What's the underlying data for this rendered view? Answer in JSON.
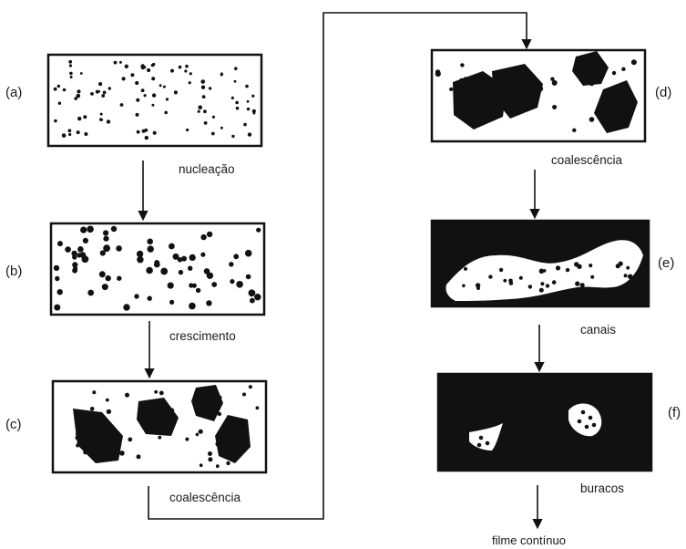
{
  "diagram": {
    "panels": [
      {
        "id": "a",
        "letter": "(a)",
        "texture": "fine-dots"
      },
      {
        "id": "b",
        "letter": "(b)",
        "texture": "larger-dots"
      },
      {
        "id": "c",
        "letter": "(c)",
        "texture": "dots-and-islands"
      },
      {
        "id": "d",
        "letter": "(d)",
        "texture": "large-islands"
      },
      {
        "id": "e",
        "letter": "(e)",
        "texture": "channels"
      },
      {
        "id": "f",
        "letter": "(f)",
        "texture": "holes"
      }
    ],
    "stage_labels": {
      "a_to_b": "nucleação",
      "b_to_c": "crescimento",
      "c_to_d": "coalescência",
      "d_to_e": "coalescência",
      "e_to_f": "canais",
      "f_to_end": "buracos"
    },
    "final_label": "filme contínuo",
    "colors": {
      "ink": "#111111",
      "background": "#ffffff"
    }
  }
}
